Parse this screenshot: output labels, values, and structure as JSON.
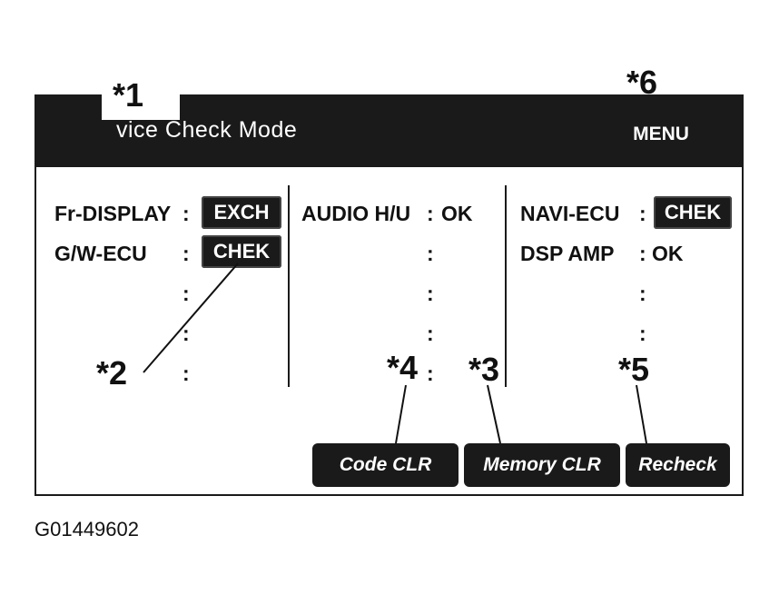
{
  "title_bar": {
    "title_visible": "vice Check Mode",
    "menu_label": "MENU"
  },
  "columns": [
    {
      "rows": [
        {
          "label": "Fr-DISPLAY",
          "colon": ":",
          "status": "EXCH",
          "badge": true
        },
        {
          "label": "G/W-ECU",
          "colon": ":",
          "status": "CHEK",
          "badge": true
        },
        {
          "label": "",
          "colon": ":",
          "status": ""
        },
        {
          "label": "",
          "colon": ":",
          "status": ""
        },
        {
          "label": "",
          "colon": ":",
          "status": ""
        }
      ]
    },
    {
      "rows": [
        {
          "label": "AUDIO H/U",
          "colon": ":",
          "status": "OK",
          "badge": false
        },
        {
          "label": "",
          "colon": ":",
          "status": ""
        },
        {
          "label": "",
          "colon": ":",
          "status": ""
        },
        {
          "label": "",
          "colon": ":",
          "status": ""
        },
        {
          "label": "",
          "colon": ":",
          "status": ""
        }
      ]
    },
    {
      "rows": [
        {
          "label": "NAVI-ECU",
          "colon": ":",
          "status": "CHEK",
          "badge": true
        },
        {
          "label": "DSP AMP",
          "colon": ":",
          "status": "OK",
          "badge": false
        },
        {
          "label": "",
          "colon": ":",
          "status": ""
        },
        {
          "label": "",
          "colon": ":",
          "status": ""
        }
      ]
    }
  ],
  "buttons": {
    "code_clr": "Code CLR",
    "memory_clr": "Memory CLR",
    "recheck": "Recheck"
  },
  "callouts": {
    "c1": "*1",
    "c2": "*2",
    "c3": "*3",
    "c4": "*4",
    "c5": "*5",
    "c6": "*6"
  },
  "figure_code": "G01449602",
  "colors": {
    "panel_dark": "#1a1a1a",
    "background": "#ffffff",
    "text_light": "#ffffff"
  }
}
